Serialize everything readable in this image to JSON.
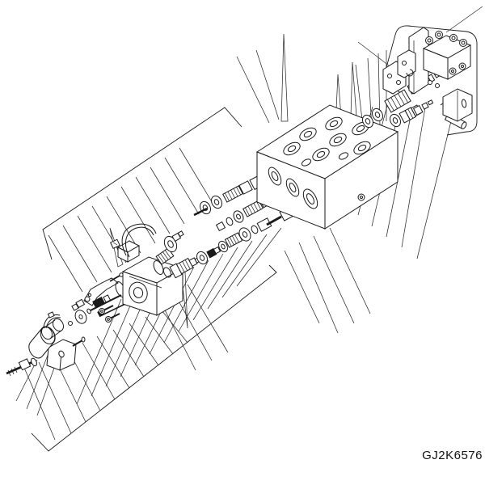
{
  "figure": {
    "code": "GJ2K6576"
  },
  "diagram": {
    "type": "exploded-parts-diagram",
    "subject": "hydraulic-control-valve-assembly",
    "parts": [
      "fence-border",
      "leader-line",
      "bolt-assembly",
      "mounting-plate",
      "end-cap-cylinder",
      "clamp-band",
      "steel-ball",
      "diaphragm-disc",
      "control-lever",
      "detent-spool",
      "push-pin",
      "pilot-cube-block",
      "cube-mounting-bolts",
      "o-ring",
      "coil-spring",
      "washer",
      "switch-assembly",
      "connector-tube",
      "relief-valve-cartridge",
      "poppet-valve",
      "spool-assembly-1",
      "spool-assembly-2",
      "spool-assembly-3",
      "main-valve-body",
      "port-boss",
      "spool-cartridge-right",
      "check-valve-cartridge",
      "clevis-pin",
      "solenoid-block",
      "solenoid-bolts",
      "mounting-bracket",
      "bracket-foot",
      "side-plates"
    ]
  },
  "colors": {
    "line": "#1a1a1a",
    "background": "#ffffff",
    "text": "#111111"
  }
}
